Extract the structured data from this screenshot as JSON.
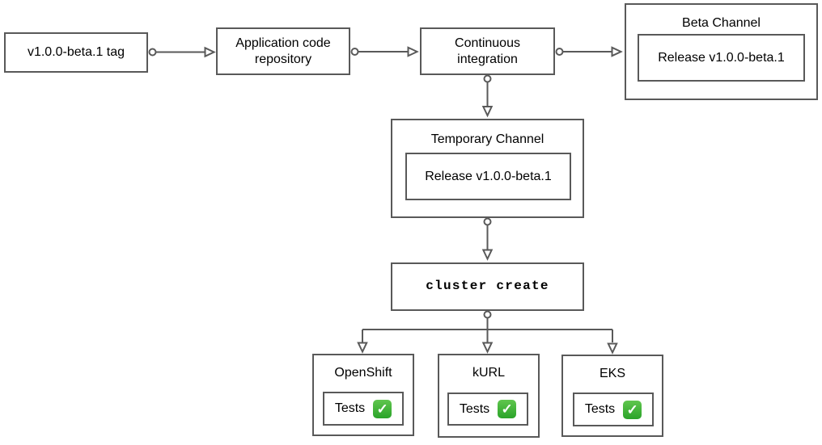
{
  "colors": {
    "stroke": "#595959",
    "box_background": "#ffffff",
    "text": "#000000",
    "check_green": "#2aa329",
    "check_mark_color": "#ffffff"
  },
  "nodes": {
    "tag": {
      "label": "v1.0.0-beta.1 tag"
    },
    "repo": {
      "label": "Application code repository"
    },
    "ci": {
      "label": "Continuous integration"
    },
    "beta_channel": {
      "title": "Beta Channel",
      "release": {
        "label": "Release v1.0.0-beta.1"
      }
    },
    "temporary_channel": {
      "title": "Temporary Channel",
      "release": {
        "label": "Release v1.0.0-beta.1"
      }
    },
    "cluster_create": {
      "label": "cluster create"
    },
    "clusters": [
      {
        "title": "OpenShift",
        "tests_label": "Tests",
        "check_icon": "✓"
      },
      {
        "title": "kURL",
        "tests_label": "Tests",
        "check_icon": "✓"
      },
      {
        "title": "EKS",
        "tests_label": "Tests",
        "check_icon": "✓"
      }
    ]
  }
}
